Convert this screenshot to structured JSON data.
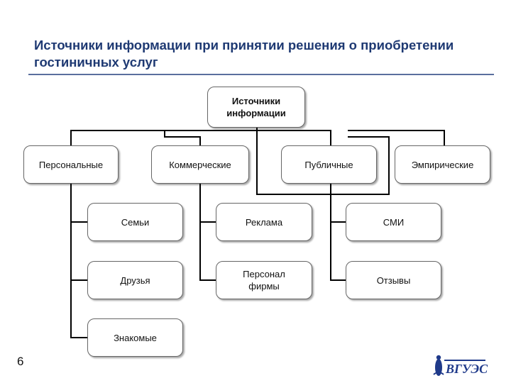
{
  "slide": {
    "title": "Источники информации при принятии решения о приобретении гостиничных услуг",
    "page_number": "6"
  },
  "diagram": {
    "root": "Источники\nинформации",
    "categories": {
      "personal": "Персональные",
      "commercial": "Коммерческие",
      "public": "Публичные",
      "empirical": "Эмпирические"
    },
    "children": {
      "family": "Семьи",
      "friends": "Друзья",
      "acquaintances": "Знакомые",
      "advertising": "Реклама",
      "staff": "Персонал\nфирмы",
      "media": "СМИ",
      "reviews": "Отзывы"
    }
  },
  "logo": {
    "text": "ВГУЭС",
    "color": "#1f3a8a"
  }
}
